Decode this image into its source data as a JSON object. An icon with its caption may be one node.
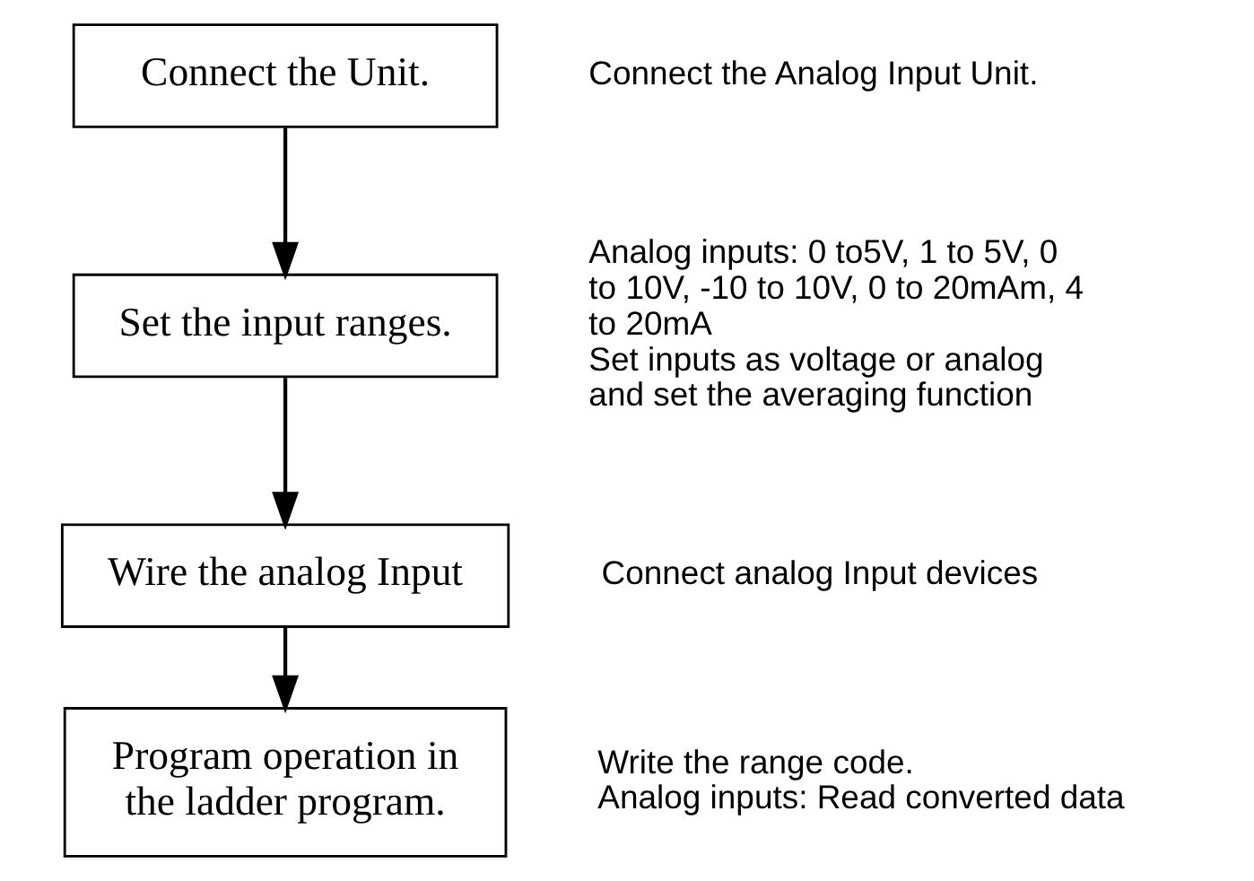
{
  "diagram": {
    "nodes": [
      {
        "text": [
          "Connect the Unit."
        ],
        "beside": [
          "Connect the Analog Input Unit."
        ]
      },
      {
        "text": [
          "Set the input ranges."
        ],
        "beside": [
          "Analog inputs: 0 to5V, 1 to 5V, 0 to 10V, -10 to 10V, 0 to 20mAm, 4 to 20mA",
          "Set inputs as voltage or analog and set the averaging function"
        ]
      },
      {
        "text": [
          "Wire the analog Input"
        ],
        "beside": [
          "Connect analog Input devices"
        ]
      },
      {
        "text": [
          "Program operation in the ladder program."
        ],
        "beside": [
          "Write the range code.",
          "Analog inputs: Read converted data"
        ]
      }
    ],
    "edges": [
      {
        "from": 0,
        "to": 1,
        "arrow": "to"
      },
      {
        "from": 1,
        "to": 2,
        "arrow": "to"
      },
      {
        "from": 2,
        "to": 3,
        "arrow": "to"
      }
    ]
  }
}
